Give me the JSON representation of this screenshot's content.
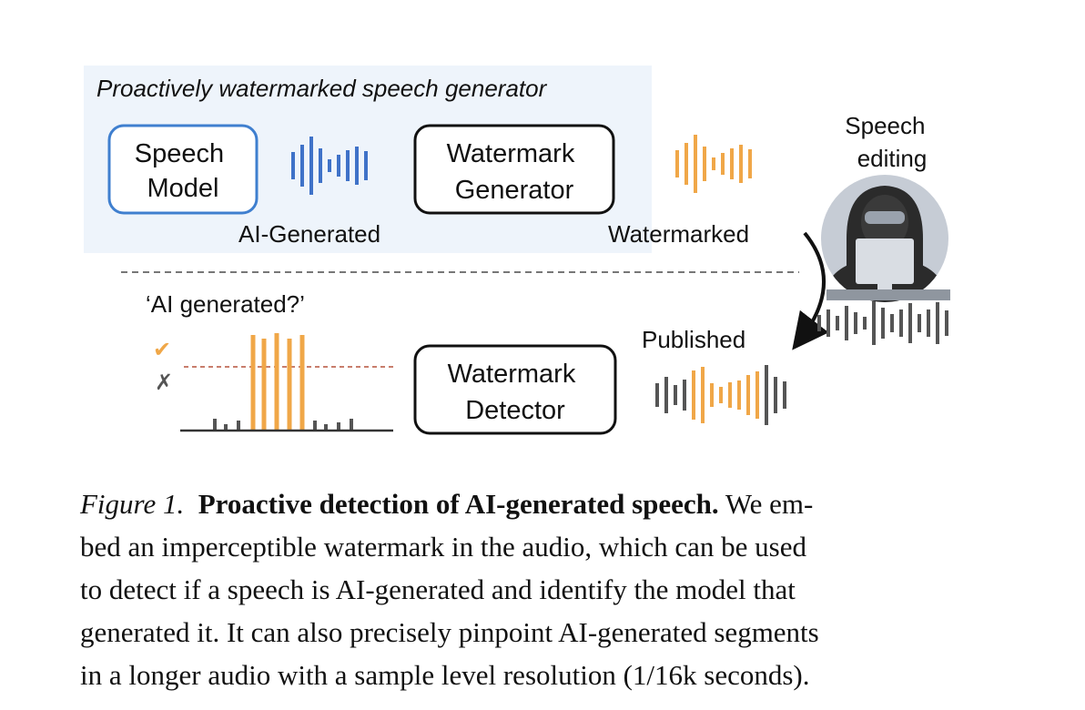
{
  "diagram": {
    "generator_panel_label": "Proactively watermarked speech generator",
    "speech_model_label": [
      "Speech",
      "Model"
    ],
    "watermark_generator_label": [
      "Watermark",
      "Generator"
    ],
    "watermark_detector_label": [
      "Watermark",
      "Detector"
    ],
    "ai_generated_label": "AI-Generated",
    "watermarked_label": "Watermarked",
    "speech_editing_label": [
      "Speech",
      "editing"
    ],
    "published_label": "Published",
    "question_label": "‘AI generated?’",
    "check_mark": "✔",
    "cross_mark": "✗",
    "colors": {
      "panel_bg": "#eef4fb",
      "speech_model_border": "#3f7fcf",
      "ai_wave": "#3f72c8",
      "watermark_wave": "#f0a748",
      "gray_wave": "#555555",
      "threshold": "#b5523b"
    }
  },
  "caption": {
    "fig_label": "Figure 1.",
    "title": "Proactive detection of AI-generated speech.",
    "lines": [
      " We em-",
      "bed an imperceptible watermark in the audio, which can be used",
      "to detect if a speech is AI-generated and identify the model that",
      "generated it. It can also precisely pinpoint AI-generated segments",
      "in a longer audio with a sample level resolution (1/16k seconds)."
    ]
  }
}
